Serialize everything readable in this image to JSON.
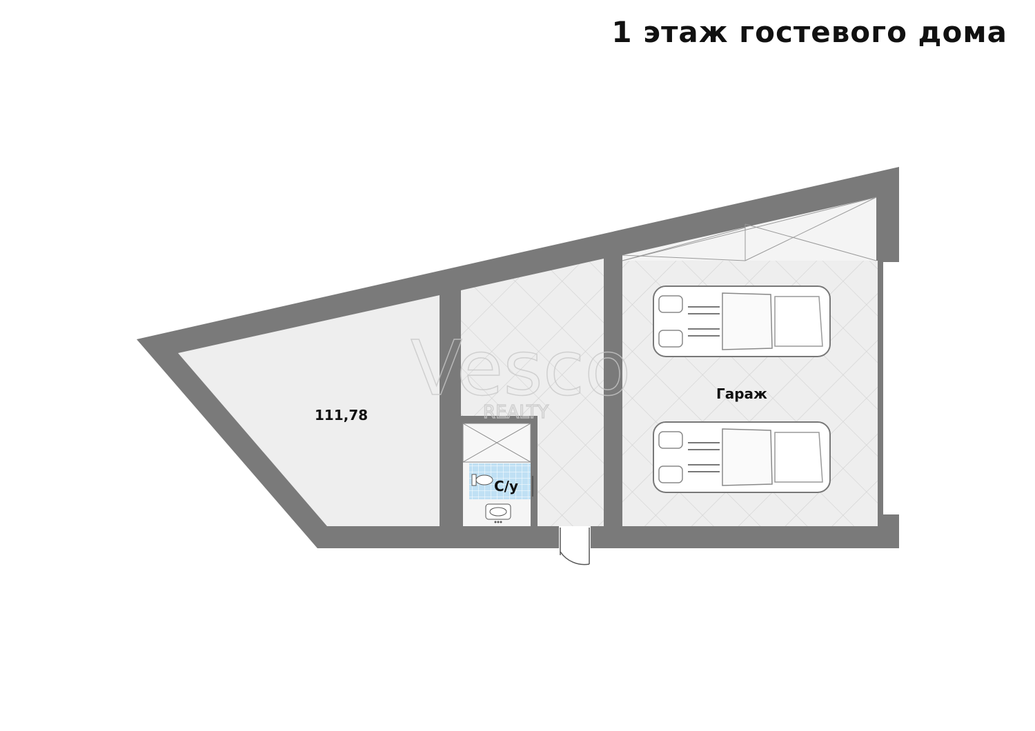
{
  "title": "1 этаж гостевого дома",
  "rooms": {
    "left_room_area": "111,78",
    "bathroom": "С/у",
    "garage": "Гараж"
  },
  "watermark": {
    "brand": "Vesco",
    "sub": "REALTY"
  },
  "colors": {
    "wall": "#7a7a7a",
    "floor": "#eeeeee",
    "tile_line": "#d2d2d2",
    "bath_tile": "#bfe0f4"
  }
}
